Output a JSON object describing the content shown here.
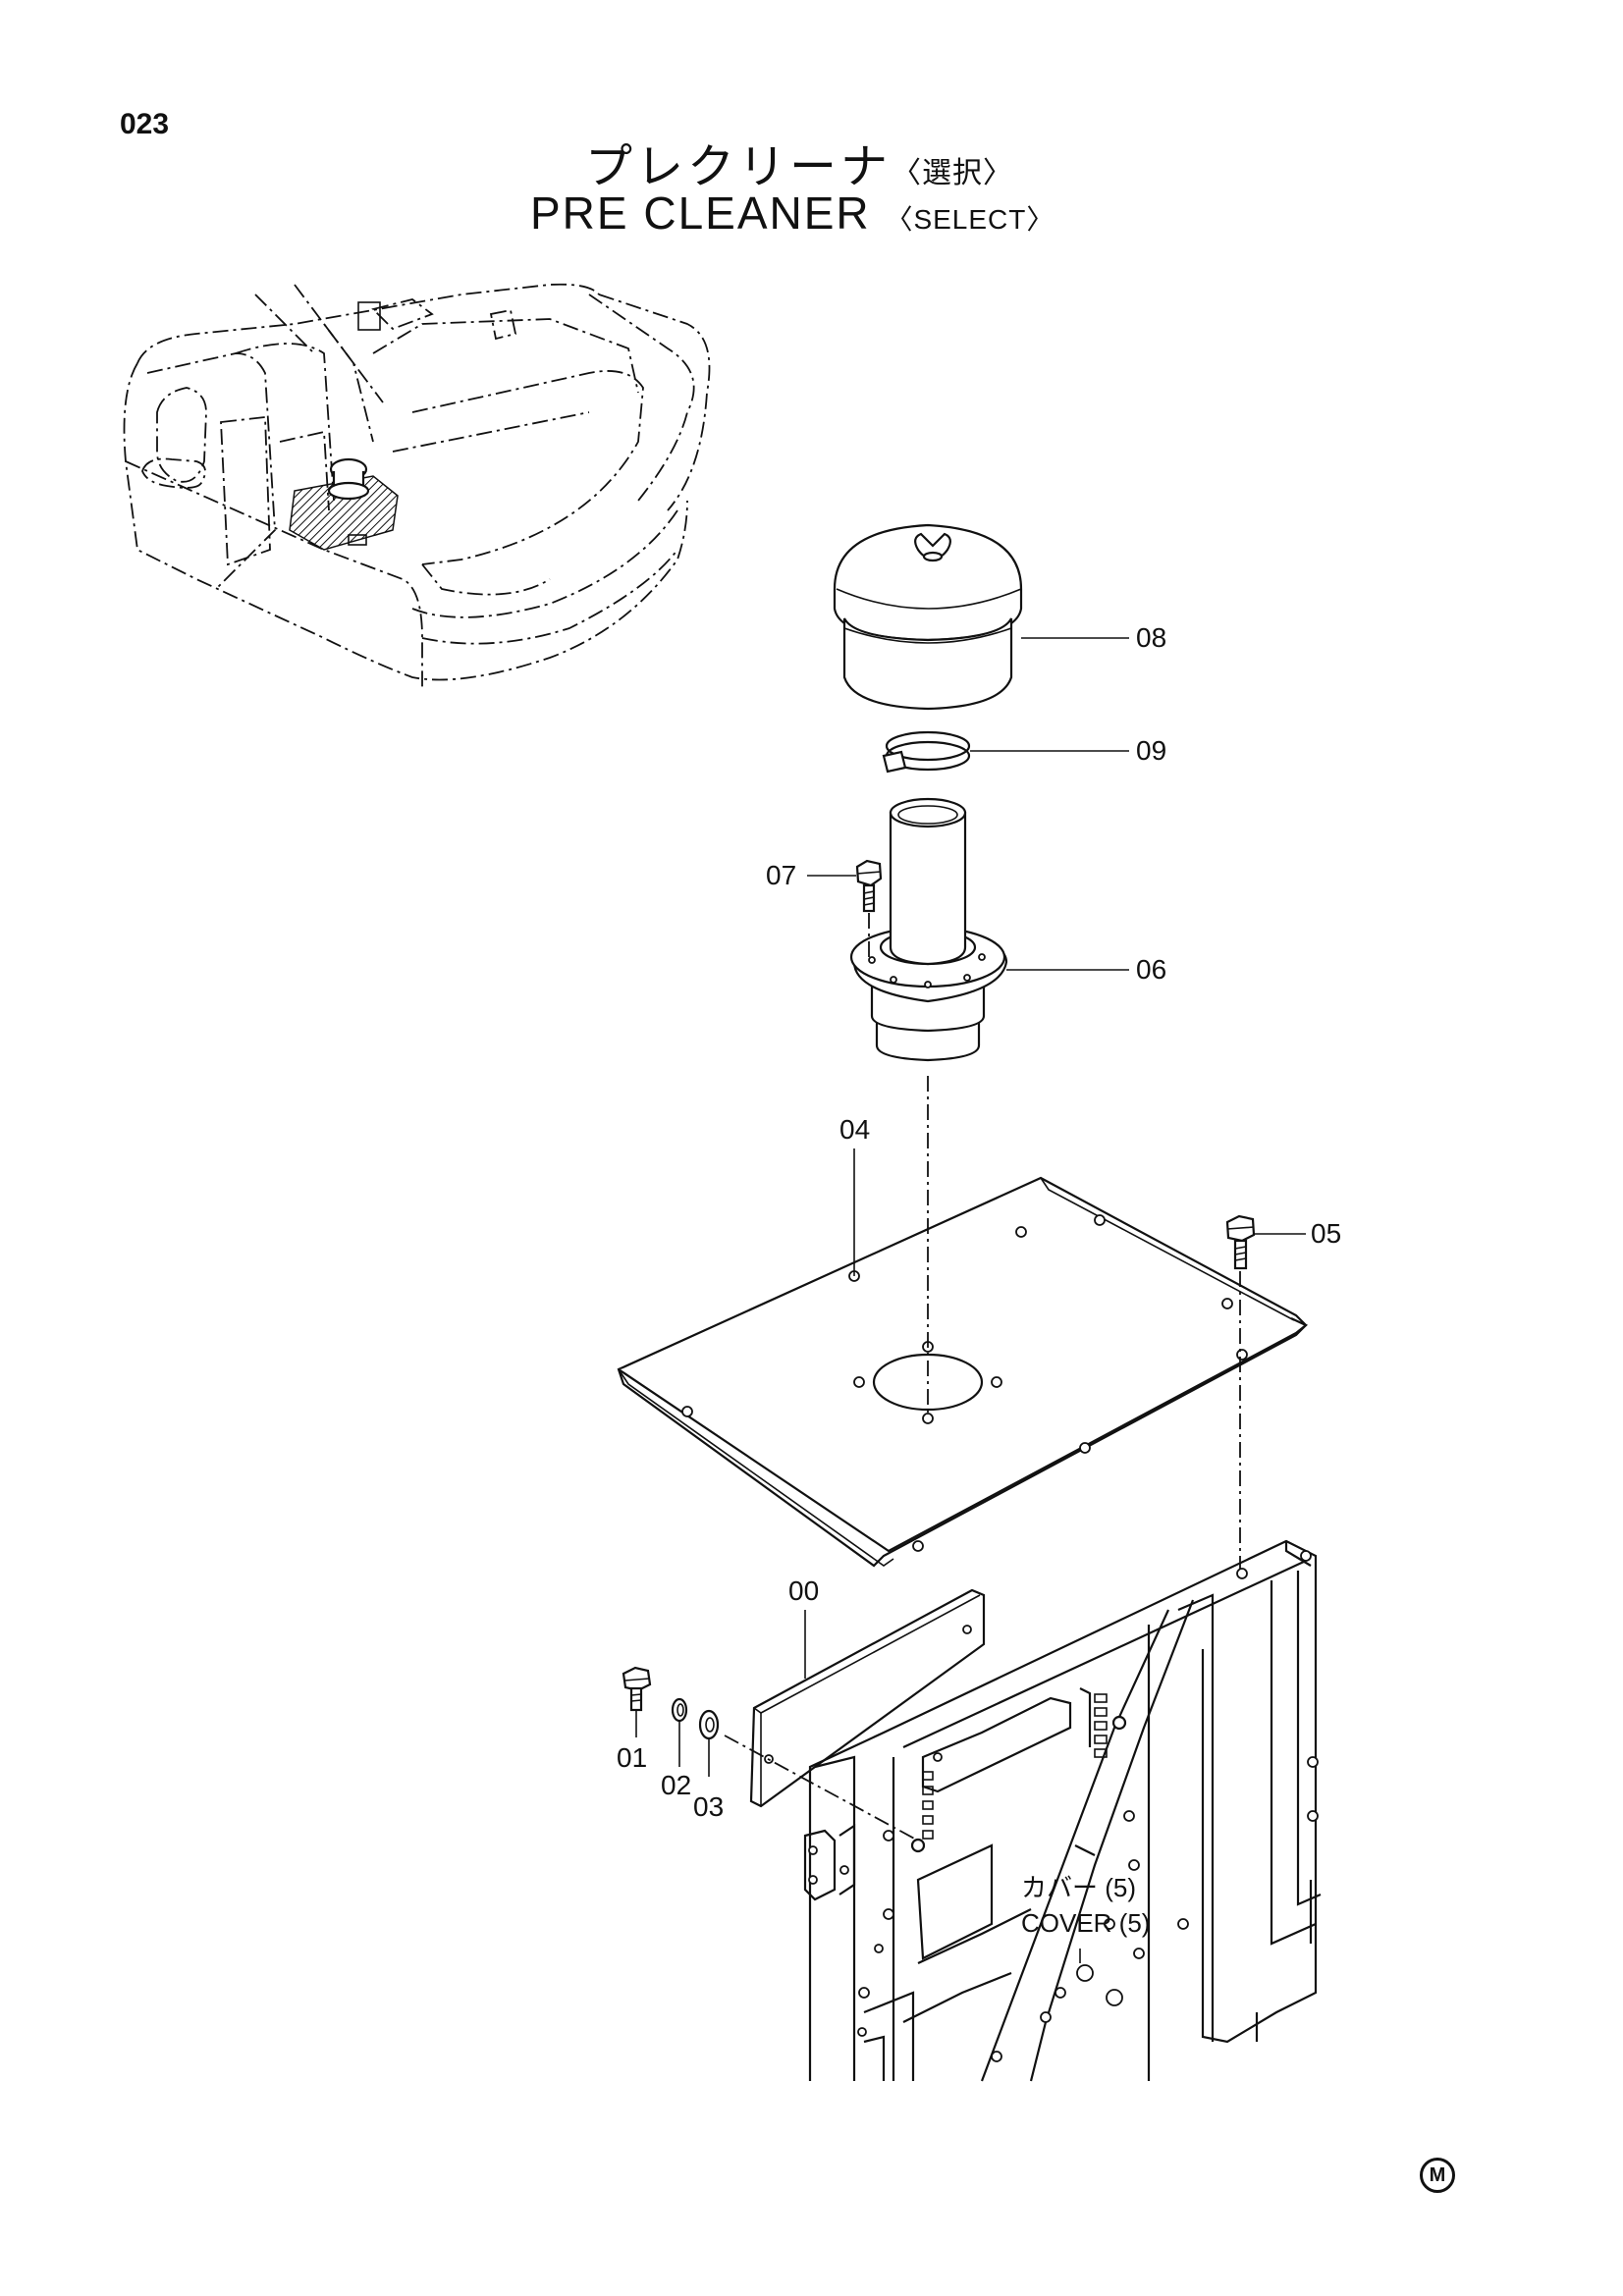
{
  "page": {
    "number": "023",
    "title_jp": "プレクリーナ",
    "title_jp_sub": "〈選択〉",
    "title_en": "PRE  CLEANER",
    "title_en_sub": "〈SELECT〉",
    "mark": "M"
  },
  "callouts": [
    "08",
    "09",
    "07",
    "06",
    "04",
    "05",
    "00",
    "01",
    "02",
    "03"
  ],
  "notes": {
    "cover_jp": "カバー (5)",
    "cover_en": "COVER (5)"
  }
}
